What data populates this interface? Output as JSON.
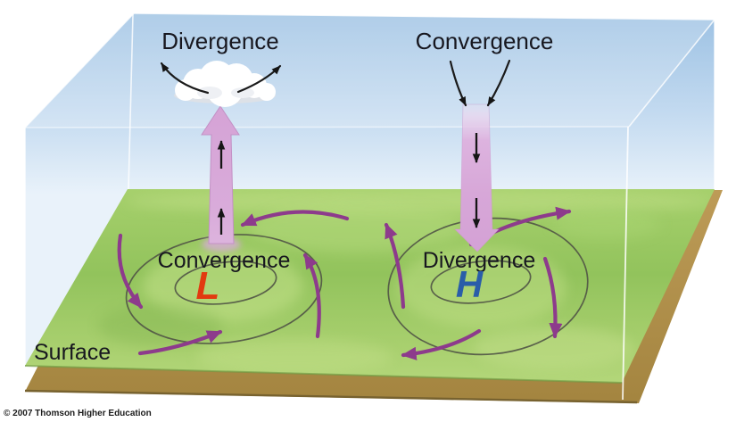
{
  "figure": {
    "aloft": {
      "left_label": "Divergence",
      "right_label": "Convergence"
    },
    "surface": {
      "left_label": "Convergence",
      "right_label": "Divergence",
      "low_symbol": "L",
      "high_symbol": "H",
      "surface_label": "Surface"
    },
    "copyright": "© 2007 Thomson Higher Education"
  },
  "graphics": {
    "cloud": "cumulus-cloud",
    "rising_air_column": "pink-upward-arrow",
    "sinking_air_column": "pink-downward-arrow",
    "surface_winds": "purple-curved-arrows",
    "isobars": "olive-ellipse-contours"
  },
  "colors": {
    "low_red": "#e23a10",
    "high_blue": "#2a5da9",
    "flow_purple": "#8d3b8c",
    "column_pink": "#d9abda",
    "isobar_olive": "#515546",
    "sky_top": "#9cc1e3",
    "sky_horizon": "#e9f2fa",
    "grass_green": "#97c55f",
    "soil_tan": "#b08e49"
  }
}
